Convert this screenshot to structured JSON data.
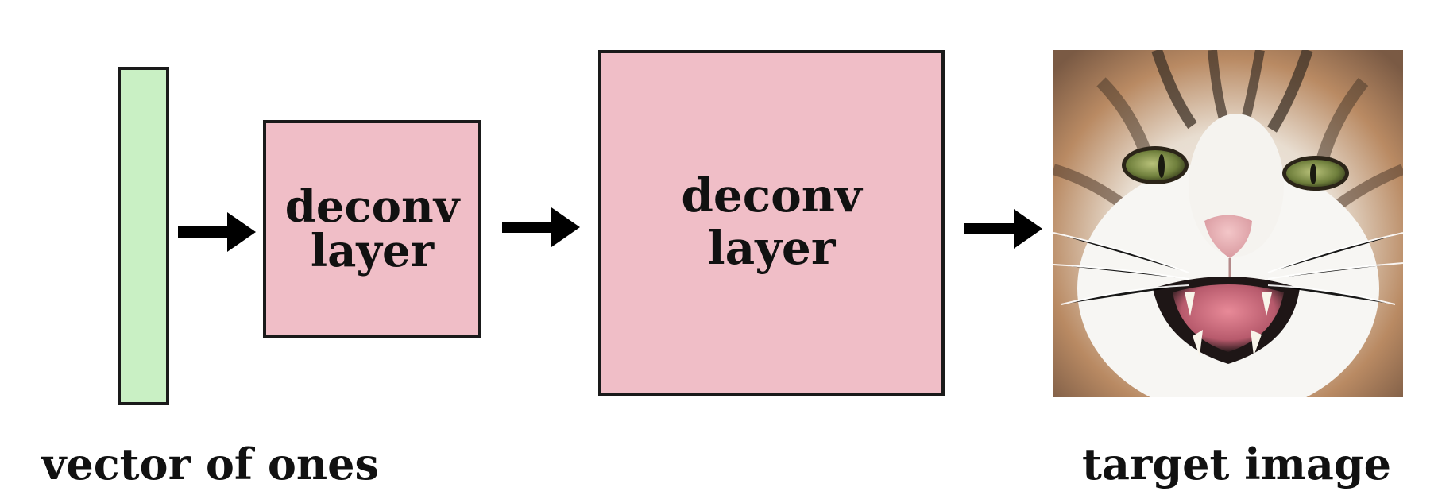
{
  "diagram": {
    "input": {
      "caption": "vector of ones",
      "color": "#c9f0c4"
    },
    "layers": [
      {
        "line1": "deconv",
        "line2": "layer",
        "color": "#f0bec7"
      },
      {
        "line1": "deconv",
        "line2": "layer",
        "color": "#f0bec7"
      }
    ],
    "output": {
      "caption": "target image",
      "image_subject": "cat-photo"
    },
    "arrow_color": "#000000"
  }
}
